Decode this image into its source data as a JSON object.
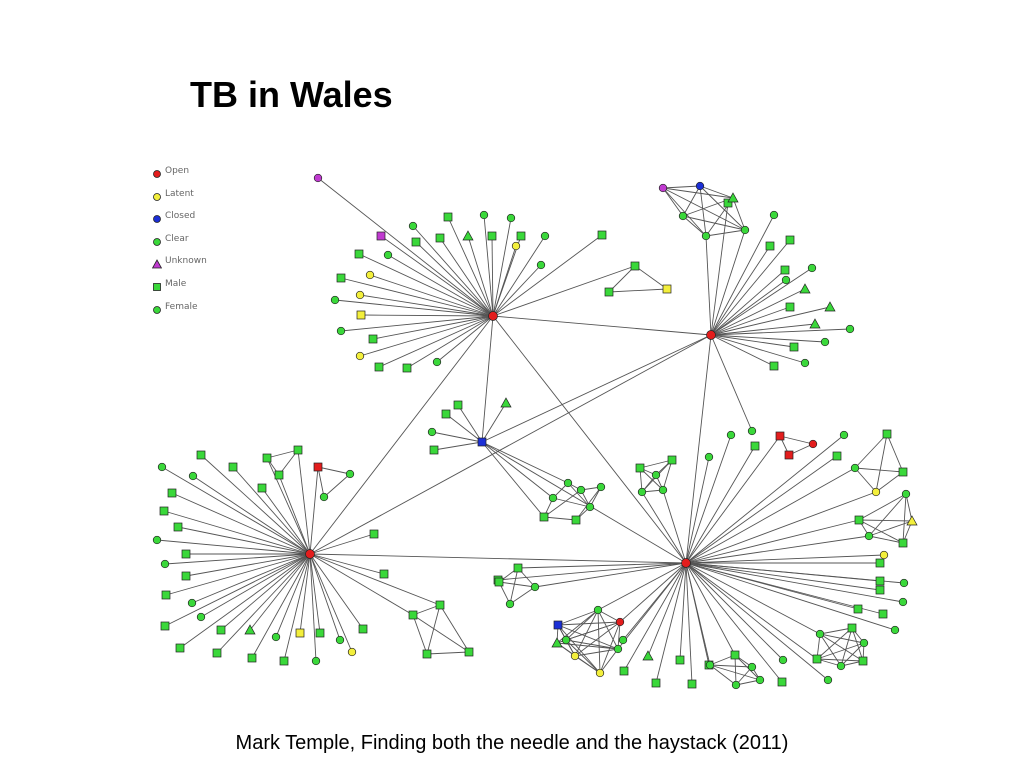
{
  "slide": {
    "title": "TB in Wales",
    "caption": "Mark Temple, Finding both the needle and the haystack (2011)"
  },
  "legend": {
    "items": [
      {
        "label": "Open",
        "shape": "circle",
        "color": "#e31d1d"
      },
      {
        "label": "Latent",
        "shape": "circle",
        "color": "#f3ef3c"
      },
      {
        "label": "Closed",
        "shape": "circle",
        "color": "#1b2fd6"
      },
      {
        "label": "Clear",
        "shape": "circle",
        "color": "#3ad83a"
      },
      {
        "label": "Unknown",
        "shape": "triangle",
        "color": "#c03ad0"
      },
      {
        "label": "Male",
        "shape": "square",
        "color": "#3ad83a"
      },
      {
        "label": "Female",
        "shape": "circle",
        "color": "#3ad83a"
      }
    ]
  },
  "colors": {
    "open": "#e31d1d",
    "latent": "#f3ef3c",
    "closed": "#1b2fd6",
    "clear": "#3ad83a",
    "unknown": "#c03ad0",
    "edge": "#555555",
    "outline": "#222222"
  }
}
